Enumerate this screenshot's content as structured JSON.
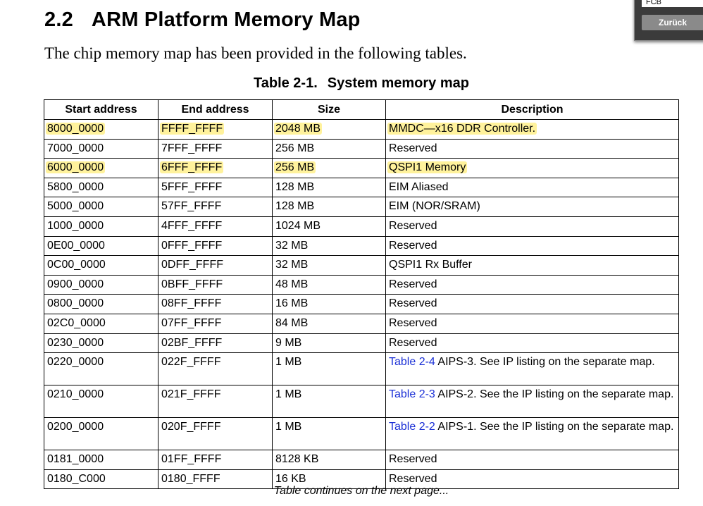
{
  "section": {
    "number": "2.2",
    "title": "ARM Platform Memory Map"
  },
  "intro": "The chip memory map has been provided in the following tables.",
  "caption": {
    "number": "Table 2-1.",
    "title": "System memory map"
  },
  "table": {
    "headers": [
      "Start address",
      "End address",
      "Size",
      "Description"
    ],
    "rows": [
      {
        "start": "8000_0000",
        "end": "FFFF_FFFF",
        "size": "2048 MB",
        "desc": "MMDC—x16 DDR Controller.",
        "highlighted": true
      },
      {
        "start": "7000_0000",
        "end": "7FFF_FFFF",
        "size": "256 MB",
        "desc": "Reserved"
      },
      {
        "start": "6000_0000",
        "end": "6FFF_FFFF",
        "size": "256 MB",
        "desc": "QSPI1 Memory",
        "highlighted": true
      },
      {
        "start": "5800_0000",
        "end": "5FFF_FFFF",
        "size": "128 MB",
        "desc": "EIM Aliased"
      },
      {
        "start": "5000_0000",
        "end": "57FF_FFFF",
        "size": "128 MB",
        "desc": "EIM (NOR/SRAM)"
      },
      {
        "start": "1000_0000",
        "end": "4FFF_FFFF",
        "size": "1024 MB",
        "desc": "Reserved"
      },
      {
        "start": "0E00_0000",
        "end": "0FFF_FFFF",
        "size": "32 MB",
        "desc": "Reserved"
      },
      {
        "start": "0C00_0000",
        "end": "0DFF_FFFF",
        "size": "32 MB",
        "desc": "QSPI1 Rx Buffer"
      },
      {
        "start": "0900_0000",
        "end": "0BFF_FFFF",
        "size": "48 MB",
        "desc": "Reserved"
      },
      {
        "start": "0800_0000",
        "end": "08FF_FFFF",
        "size": "16 MB",
        "desc": "Reserved"
      },
      {
        "start": "02C0_0000",
        "end": "07FF_FFFF",
        "size": "84 MB",
        "desc": "Reserved"
      },
      {
        "start": "0230_0000",
        "end": "02BF_FFFF",
        "size": "9 MB",
        "desc": "Reserved"
      },
      {
        "start": "0220_0000",
        "end": "022F_FFFF",
        "size": "1 MB",
        "desc_link": "Table 2-4",
        "desc": " AIPS-3. See IP listing on the separate map."
      },
      {
        "start": "0210_0000",
        "end": "021F_FFFF",
        "size": "1 MB",
        "desc_link": "Table 2-3",
        "desc": " AIPS-2. See the IP listing on the separate map."
      },
      {
        "start": "0200_0000",
        "end": "020F_FFFF",
        "size": "1 MB",
        "desc_link": "Table 2-2",
        "desc": " AIPS-1. See the IP listing on the separate map."
      },
      {
        "start": "0181_0000",
        "end": "01FF_FFFF",
        "size": "8128 KB",
        "desc": "Reserved"
      },
      {
        "start": "0180_C000",
        "end": "0180_FFFF",
        "size": "16 KB",
        "desc": "Reserved"
      }
    ]
  },
  "footer": "Table continues on the next page...",
  "popup": {
    "field_text": "FCB",
    "button_label": "Zurück"
  },
  "colors": {
    "highlight": "#fff29c",
    "link": "#1a2fd6"
  }
}
